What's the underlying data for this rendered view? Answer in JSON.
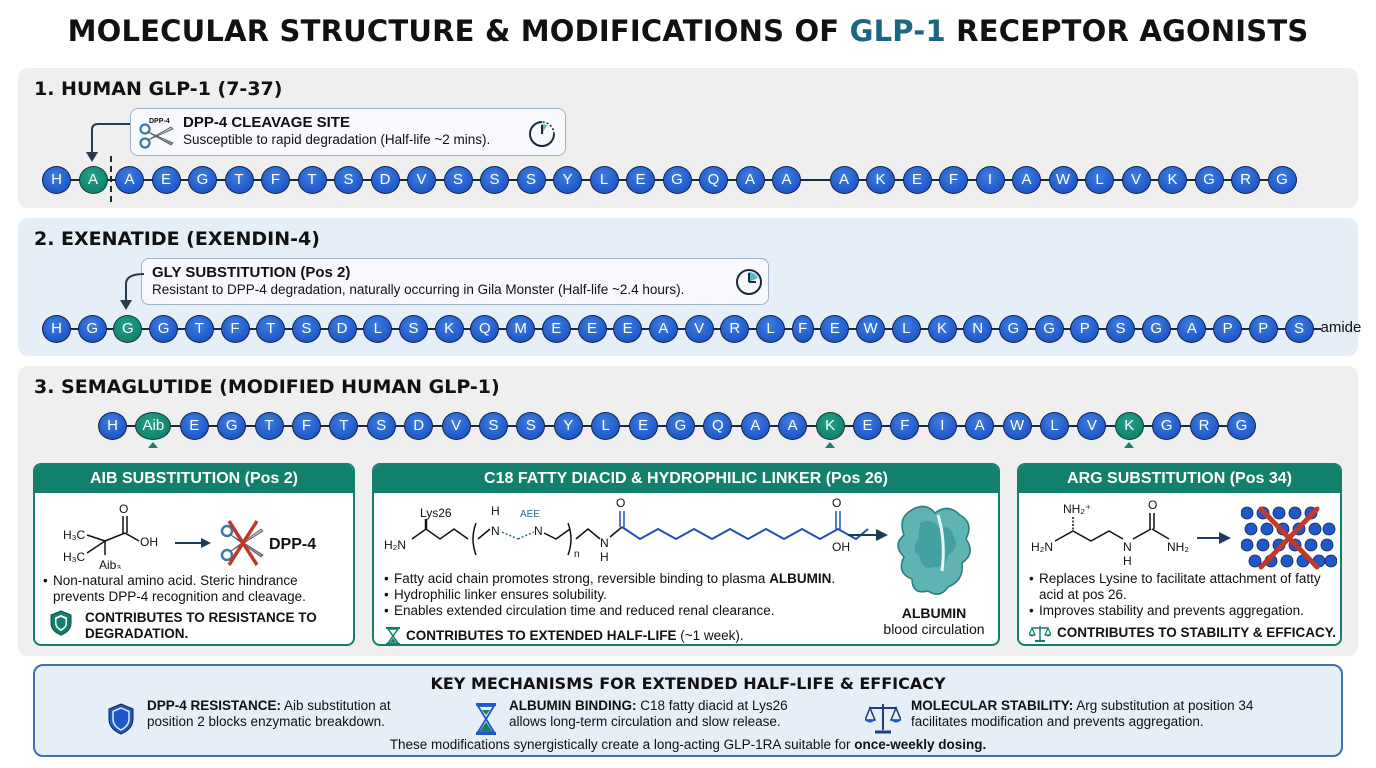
{
  "title": {
    "prefix": "MOLECULAR STRUCTURE & MODIFICATIONS OF ",
    "accent": "GLP-1",
    "suffix": " RECEPTOR AGONISTS",
    "accent_color": "#1b6585"
  },
  "colors": {
    "residue_blue": "#2058c8",
    "residue_modified": "#13806d",
    "card_border": "#13806d",
    "key_border": "#3f6fb5"
  },
  "section1": {
    "title": "1. HUMAN GLP-1 (7-37)",
    "callout": {
      "icon": "scissors-icon",
      "icon_label": "DPP-4",
      "title": "DPP-4 CLEAVAGE SITE",
      "text": "Susceptible to rapid degradation (Half-life ~2 mins).",
      "timer_icon": "clock-icon"
    },
    "sequence": [
      "H",
      "A",
      "A",
      "E",
      "G",
      "T",
      "F",
      "T",
      "S",
      "D",
      "V",
      "S",
      "S",
      "S",
      "Y",
      "L",
      "E",
      "G",
      "Q",
      "A",
      "A",
      "A",
      "K",
      "E",
      "F",
      "I",
      "A",
      "W",
      "L",
      "V",
      "K",
      "G",
      "R",
      "G"
    ],
    "modified_indices": [
      1
    ]
  },
  "section2": {
    "title": "2. EXENATIDE (EXENDIN-4)",
    "callout": {
      "title": "GLY SUBSTITUTION (Pos 2)",
      "text": "Resistant to DPP-4 degradation, naturally occurring in Gila Monster (Half-life ~2.4 hours).",
      "timer_icon": "clock-icon"
    },
    "sequence": [
      "H",
      "G",
      "G",
      "G",
      "T",
      "F",
      "T",
      "S",
      "D",
      "L",
      "S",
      "K",
      "Q",
      "M",
      "E",
      "E",
      "E",
      "A",
      "V",
      "R",
      "L",
      "F",
      "E",
      "W",
      "L",
      "K",
      "N",
      "G",
      "G",
      "P",
      "S",
      "G",
      "A",
      "P",
      "P",
      "S"
    ],
    "modified_indices": [
      2
    ],
    "c_terminus": "amide"
  },
  "section3": {
    "title": "3. SEMAGLUTIDE (MODIFIED HUMAN GLP-1)",
    "sequence": [
      "H",
      "Aib",
      "E",
      "G",
      "T",
      "F",
      "T",
      "S",
      "D",
      "V",
      "S",
      "S",
      "Y",
      "L",
      "E",
      "G",
      "Q",
      "A",
      "A",
      "K",
      "E",
      "F",
      "I",
      "A",
      "W",
      "L",
      "V",
      "K",
      "G",
      "R",
      "G"
    ],
    "modified_indices": [
      1,
      19,
      27
    ],
    "cards": {
      "aib": {
        "title": "AIB SUBSTITUTION (Pos 2)",
        "chem": {
          "o": "O",
          "oh": "OH",
          "ch3a": "H₃C",
          "ch3b": "H₃C",
          "label": "Aib₃"
        },
        "enzyme_label": "DPP-4",
        "bullets": [
          "Non-natural amino acid. Steric hindrance prevents DPP-4 recognition and cleavage."
        ],
        "contrib": "CONTRIBUTES TO RESISTANCE TO DEGRADATION."
      },
      "fatty": {
        "title": "C18 FATTY DIACID & HYDROPHILIC LINKER (Pos 26)",
        "chem": {
          "lys": "Lys26",
          "h2n": "H₂N",
          "h": "H",
          "n": "N",
          "aee": "AEE",
          "sub_n": "n",
          "o": "O",
          "oh": "OH"
        },
        "bullets_html": [
          [
            "Fatty acid chain promotes strong, reversible binding to plasma ",
            "ALBUMIN",
            "."
          ],
          [
            "Hydrophilic linker ensures solubility.",
            "",
            ""
          ],
          [
            "Enables extended circulation time and reduced renal clearance.",
            "",
            ""
          ]
        ],
        "contrib_bold": "CONTRIBUTES TO EXTENDED HALF-LIFE",
        "contrib_rest": " (~1 week).",
        "albumin_label": "ALBUMIN",
        "albumin_sub": "blood circulation"
      },
      "arg": {
        "title": "ARG SUBSTITUTION (Pos 34)",
        "chem": {
          "nh2plus": "NH₂⁺",
          "h2n": "H₂N",
          "n": "N",
          "h": "H",
          "o": "O",
          "nh2": "NH₂"
        },
        "bullets": [
          "Replaces Lysine to facilitate attachment of fatty acid at pos 26.",
          "Improves stability and prevents aggregation."
        ],
        "contrib": "CONTRIBUTES TO STABILITY & EFFICACY."
      }
    }
  },
  "key": {
    "title": "KEY MECHANISMS FOR EXTENDED HALF-LIFE & EFFICACY",
    "items": [
      {
        "icon": "shield-icon",
        "bold": "DPP-4 RESISTANCE:",
        "line1": " Aib substitution at",
        "line2": "position 2 blocks enzymatic breakdown."
      },
      {
        "icon": "hourglass-icon",
        "bold": "ALBUMIN BINDING:",
        "line1": " C18 fatty diacid at Lys26",
        "line2": "allows long-term circulation and slow release."
      },
      {
        "icon": "scales-icon",
        "bold": "MOLECULAR STABILITY:",
        "line1": " Arg substitution at position 34",
        "line2": "facilitates modification and prevents aggregation."
      }
    ],
    "footer_plain": "These modifications synergistically create a long-acting GLP-1RA suitable for ",
    "footer_bold": "once-weekly dosing."
  }
}
